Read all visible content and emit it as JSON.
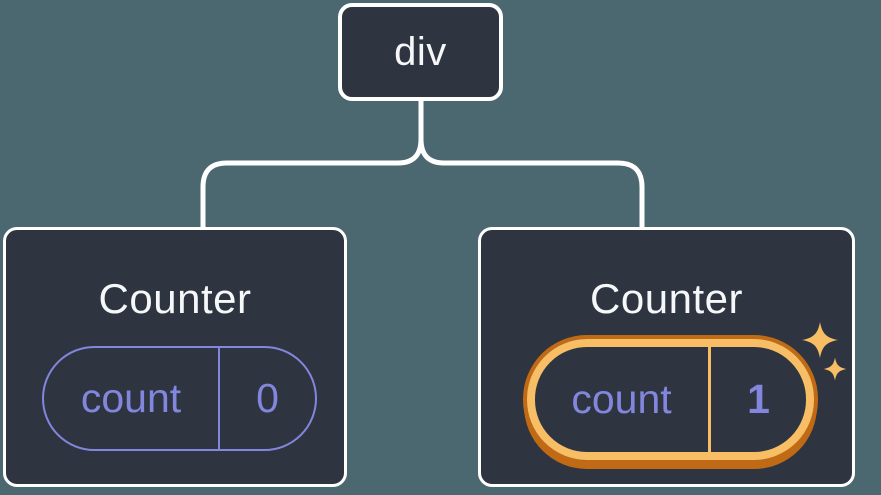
{
  "colors": {
    "background": "#4b6871",
    "node_fill": "#2e3541",
    "node_border": "#ffffff",
    "edge": "#ffffff",
    "state_accent": "#8286dd",
    "highlight": "#f8be65",
    "highlight_shadow": "#c06a15",
    "text_primary": "#f6f7f9"
  },
  "tree": {
    "root": {
      "label": "div"
    },
    "children": [
      {
        "title": "Counter",
        "state": {
          "key": "count",
          "value": "0"
        },
        "highlighted": false
      },
      {
        "title": "Counter",
        "state": {
          "key": "count",
          "value": "1"
        },
        "highlighted": true
      }
    ]
  }
}
